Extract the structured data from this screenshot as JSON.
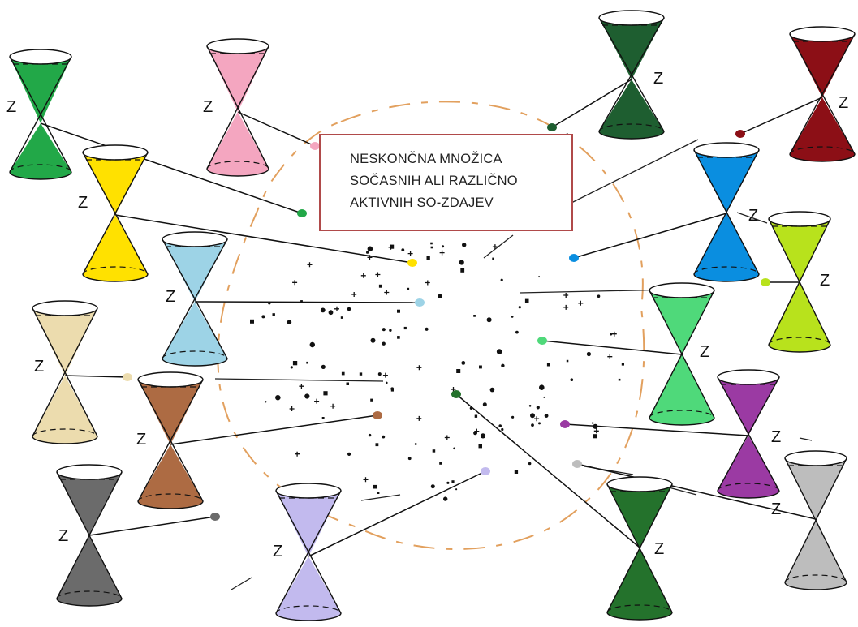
{
  "label": {
    "line1": "NESKONČNA MNOŽICA",
    "line2": "SOČASNIH ALI RAZLIČNO",
    "line3": "AKTIVNIH SO-ZDAJEV"
  },
  "cone_letter": "Z",
  "cones": [
    {
      "color": "#22a848"
    },
    {
      "color": "#f4a6c0"
    },
    {
      "color": "#1e5e30"
    },
    {
      "color": "#8c0f16"
    },
    {
      "color": "#ffe100"
    },
    {
      "color": "#0a8ee0"
    },
    {
      "color": "#9dd3e6"
    },
    {
      "color": "#b8e21c"
    },
    {
      "color": "#ecdcae"
    },
    {
      "color": "#4fd97a"
    },
    {
      "color": "#ad6b43"
    },
    {
      "color": "#9b3aa3"
    },
    {
      "color": "#6b6b6b"
    },
    {
      "color": "#c2baee"
    },
    {
      "color": "#24722c"
    },
    {
      "color": "#bdbdbd"
    }
  ]
}
